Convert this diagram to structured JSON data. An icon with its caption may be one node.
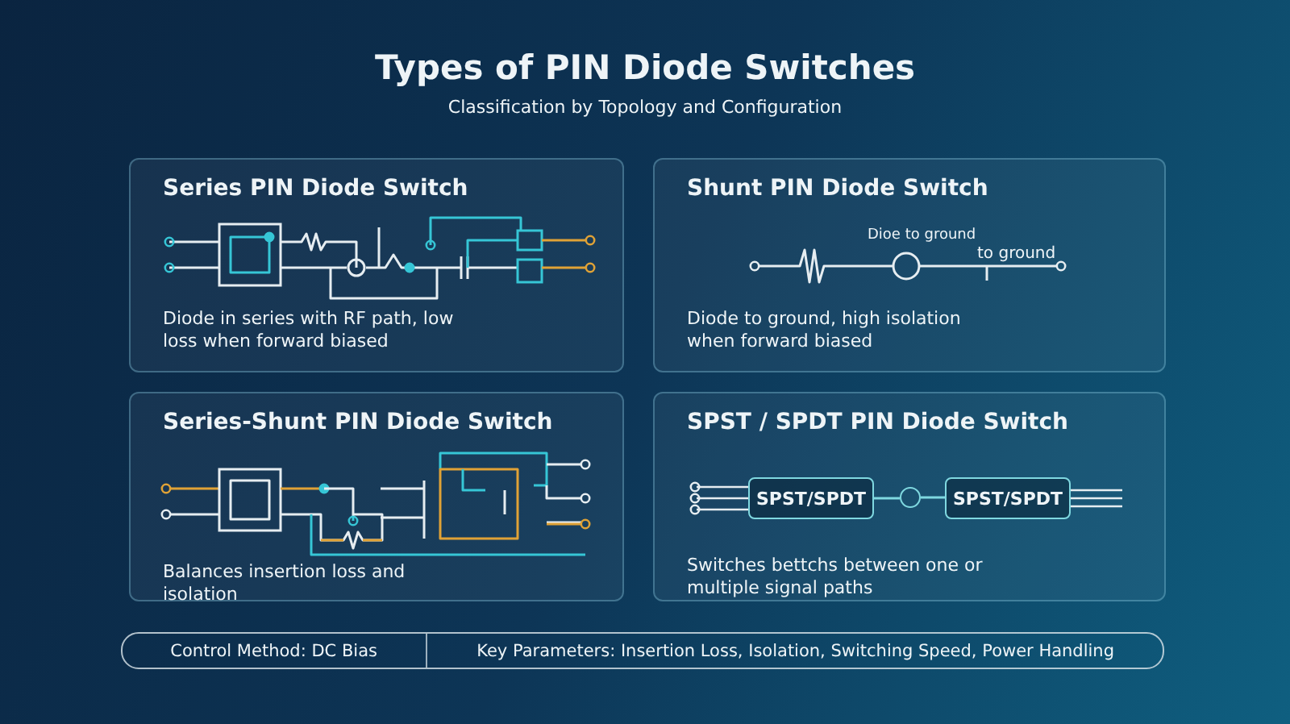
{
  "diagram": {
    "title": "Types of PIN Diode Switches",
    "nodes": [
      {
        "text": [
          "Series PIN Diode Switch",
          "Diode in series with RF path, low loss when forward biased"
        ]
      },
      {
        "text": [
          "Shunt PIN Diode Switch",
          "Diode to ground, high isolation when forward biased"
        ]
      },
      {
        "text": [
          "Series-Shunt PIN Diode Switch",
          "Balances insertion loss and isolation"
        ]
      },
      {
        "text": [
          "SPST / SPDT PIN Diode Switch",
          "Switches bettchs between one or multiple signal paths"
        ]
      },
      {
        "text": [
          "SPST/SPDT"
        ],
        "in": 3
      },
      {
        "text": [],
        "shape": "circle",
        "in": 3
      },
      {
        "text": [
          "SPST/SPDT"
        ],
        "in": 3
      },
      {
        "text": [
          "Control Method: DC Bias",
          "Key Parameters: Insertion Loss, Isolation, Switching Speed, Power Handling"
        ]
      }
    ],
    "edges": [
      {
        "from": 4,
        "to": 5,
        "arrow": "none"
      },
      {
        "from": 5,
        "to": 6,
        "arrow": "none"
      }
    ],
    "labels": [
      "Classification by Topology and Configuration",
      "Dioe to ground",
      "to ground"
    ]
  }
}
